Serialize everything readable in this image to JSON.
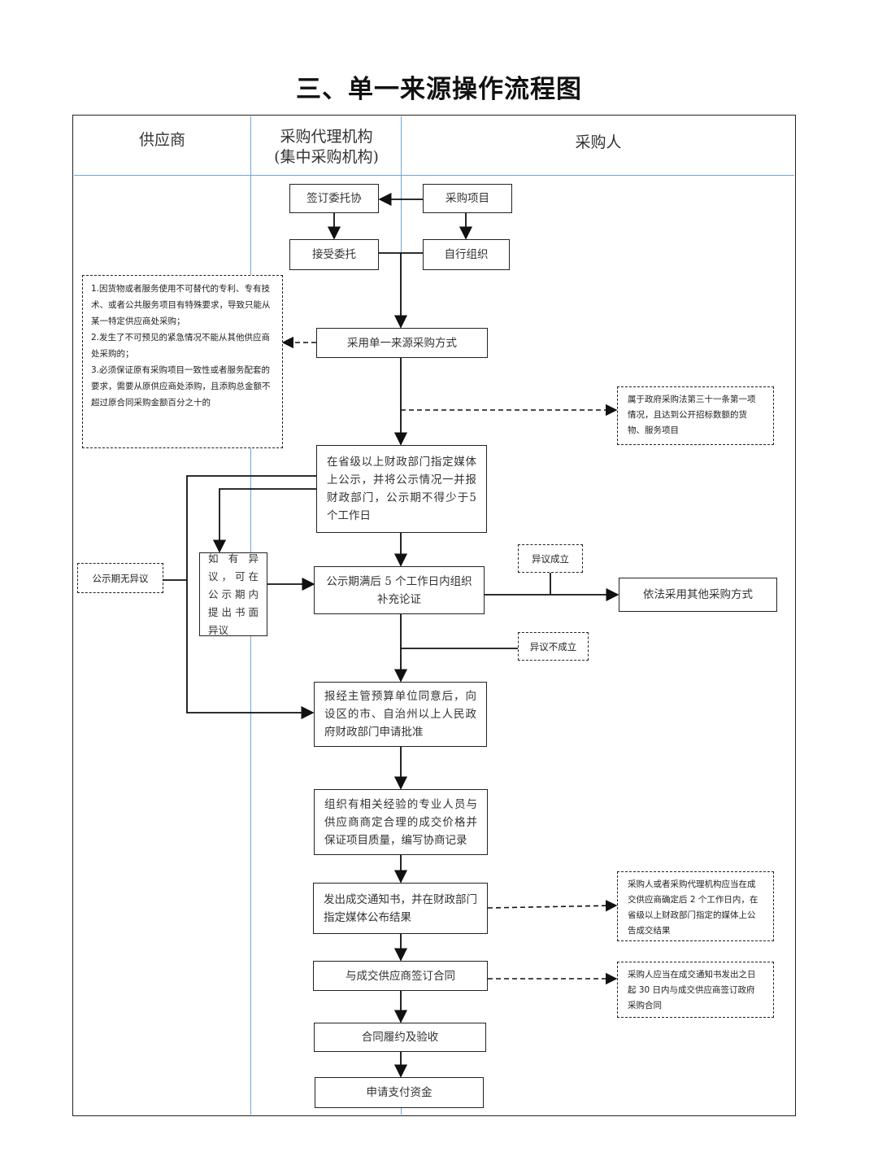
{
  "title": "三、单一来源操作流程图",
  "lanes": {
    "supplier": "供应商",
    "agency_line1": "采购代理机构",
    "agency_line2": "(集中采购机构)",
    "purchaser": "采购人"
  },
  "nodes": {
    "sign_entrust": "签订委托协",
    "procurement_project": "采购项目",
    "accept_entrust": "接受委托",
    "self_organize": "自行组织",
    "adopt_single_source": "采用单一来源采购方式",
    "publicize": "在省级以上财政部门指定媒体上公示，并将公示情况一并报财政部门，公示期不得少于5个工作日",
    "supplement_demonstration": "公示期满后 5 个工作日内组织补充论证",
    "objection": "如有异议，可在公示期内提出书面异议",
    "apply_approval": "报经主管预算单位同意后，向设区的市、自治州以上人民政府财政部门申请批准",
    "organize_negotiation": "组织有相关经验的专业人员与供应商商定合理的成交价格并保证项目质量，编写协商记录",
    "issue_notice": "发出成交通知书，并在财政部门指定媒体公布结果",
    "sign_contract": "与成交供应商签订合同",
    "performance_acceptance": "合同履约及验收",
    "apply_payment": "申请支付资金",
    "other_method": "依法采用其他采购方式"
  },
  "notes": {
    "conditions": [
      "1.因货物或者服务使用不可替代的专利、专有技术、或者公共服务项目有特殊要求，导致只能从某一特定供应商处采购；",
      "2.发生了不可预见的紧急情况不能从其他供应商处采购的；",
      "3.必须保证原有采购项目一致性或者服务配套的要求，需要从原供应商处添购，且添购总金额不超过原合同采购金额百分之十的"
    ],
    "law_31": "属于政府采购法第三十一条第一项情况，且达到公开招标数额的货物、服务项目",
    "no_objection": "公示期无异议",
    "objection_valid": "异议成立",
    "objection_invalid": "异议不成立",
    "announce_result": "采购人或者采购代理机构应当在成交供应商确定后 2 个工作日内，在省级以上财政部门指定的媒体上公告成交结果",
    "contract_deadline": "采购人应当在成交通知书发出之日起 30 日内与成交供应商签订政府采购合同"
  }
}
